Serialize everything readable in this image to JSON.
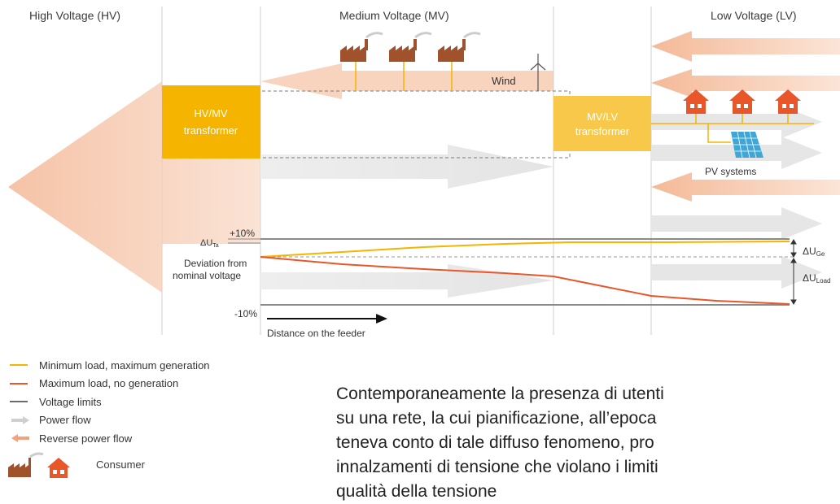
{
  "zones": {
    "hv": "High Voltage (HV)",
    "mv": "Medium Voltage (MV)",
    "lv": "Low Voltage (LV)"
  },
  "transformers": {
    "hv_mv": {
      "line1": "HV/MV",
      "line2": "transformer"
    },
    "mv_lv": {
      "line1": "MV/LV",
      "line2": "transformer"
    }
  },
  "labels": {
    "wind": "Wind",
    "pv": "PV systems",
    "plus10": "+10%",
    "minus10": "-10%",
    "delta_u_ta": "ΔU",
    "delta_u_ta_sub": "Ta",
    "deviation_line1": "Deviation from",
    "deviation_line2": "nominal voltage",
    "distance": "Distance on the feeder",
    "delta_u_ge": "ΔU",
    "delta_u_ge_sub": "Ge",
    "delta_u_load": "ΔU",
    "delta_u_load_sub": "Load"
  },
  "legend": {
    "min_load": "Minimum load, maximum generation",
    "max_load": "Maximum load, no generation",
    "voltage_limits": "Voltage limits",
    "power_flow": "Power flow",
    "reverse_flow": "Reverse power flow",
    "consumer": "Consumer"
  },
  "colors": {
    "transformer_hv": "#f5b400",
    "transformer_lv": "#f7c84a",
    "reverse_flow": "#f6c9ad",
    "power_flow": "#e2e2e2",
    "min_load_line": "#f5b400",
    "max_load_line": "#e8562a",
    "voltage_limit": "#8a8a8a",
    "house": "#e8562a",
    "factory": "#a0522d"
  },
  "paragraph": [
    "Contemporaneamente la presenza di utenti",
    "su una rete, la cui pianificazione, all’epoca",
    "teneva conto di tale diffuso fenomeno, pro",
    "innalzamenti di tensione che violano i limiti",
    "qualità della tensione"
  ]
}
